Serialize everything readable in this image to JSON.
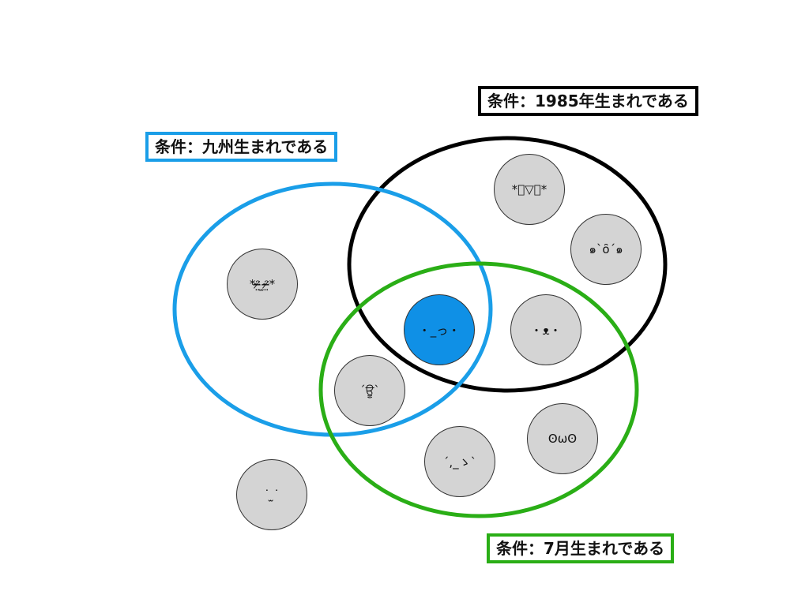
{
  "labels": {
    "year_1985": "条件：1985年生まれである",
    "kyushu": "条件：九州生まれである",
    "july": "条件：7月生まれである"
  },
  "colors": {
    "year_1985": "#000000",
    "kyushu": "#1a9ee8",
    "july": "#2aae16",
    "face_default": "#d4d4d4",
    "face_highlight": "#0f90e6"
  },
  "faces": {
    "year_only_1": "*ﾟ▽ﾟ*",
    "year_only_2": "๑`ȏ´๑",
    "year_july": "・ᴥ・",
    "all_three": "・_っ・",
    "kyushu_only": "*ᵔ̴̶̷̤ ̫ᵔ̴̶̷̤*",
    "kyushu_july": "´ਊ`",
    "july_only_1": "ʘωʘ",
    "july_only_2": "´,_ゝ`",
    "none": "˙ ̫˙"
  }
}
